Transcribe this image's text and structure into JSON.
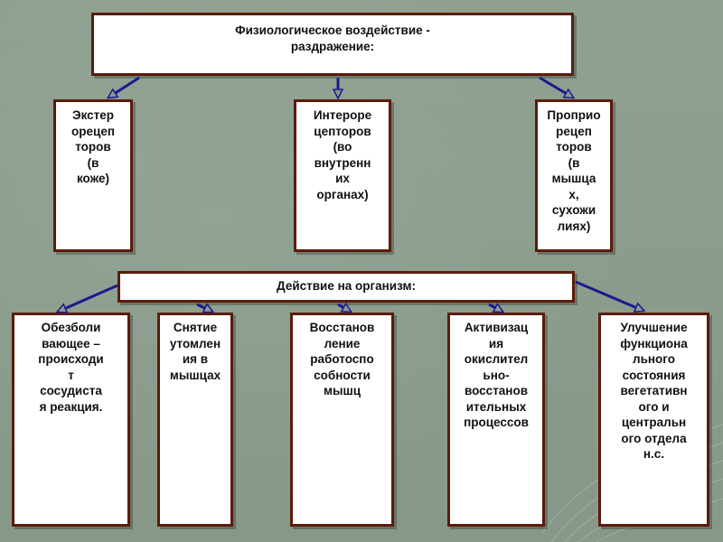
{
  "title": [
    "Физиологическое воздействие -",
    "раздражение:"
  ],
  "receptors": [
    [
      "Экстер",
      "орецеп",
      "торов",
      "(в",
      "коже)"
    ],
    [
      "Интероре",
      "цепторов",
      "(во",
      "внутренн",
      "их",
      "органах)"
    ],
    [
      "Проприо",
      "рецеп",
      "торов",
      "(в",
      "мышца",
      "х,",
      "сухожи",
      "лиях)"
    ]
  ],
  "action": "Действие на организм:",
  "effects": [
    [
      "Обезболи",
      "вающее –",
      "происходи",
      "т",
      "сосудиста",
      "я реакция."
    ],
    [
      "Снятие",
      "утомлен",
      "ия в",
      "мышцах"
    ],
    [
      "Восстанов",
      "ление",
      "работоспо",
      "собности",
      "мышц"
    ],
    [
      "Активизац",
      "ия",
      "окислител",
      "ьно-",
      "восстанов",
      "ительных",
      "процессов"
    ],
    [
      "Улучшение",
      "функциона",
      "льного",
      "состояния",
      "вегетативн",
      "ого и",
      "центральн",
      "ого отдела",
      "н.с."
    ]
  ],
  "colors": {
    "background": "#8a9b8c",
    "box_border": "#5a1c0c",
    "arrow": "#1a1a8c"
  }
}
